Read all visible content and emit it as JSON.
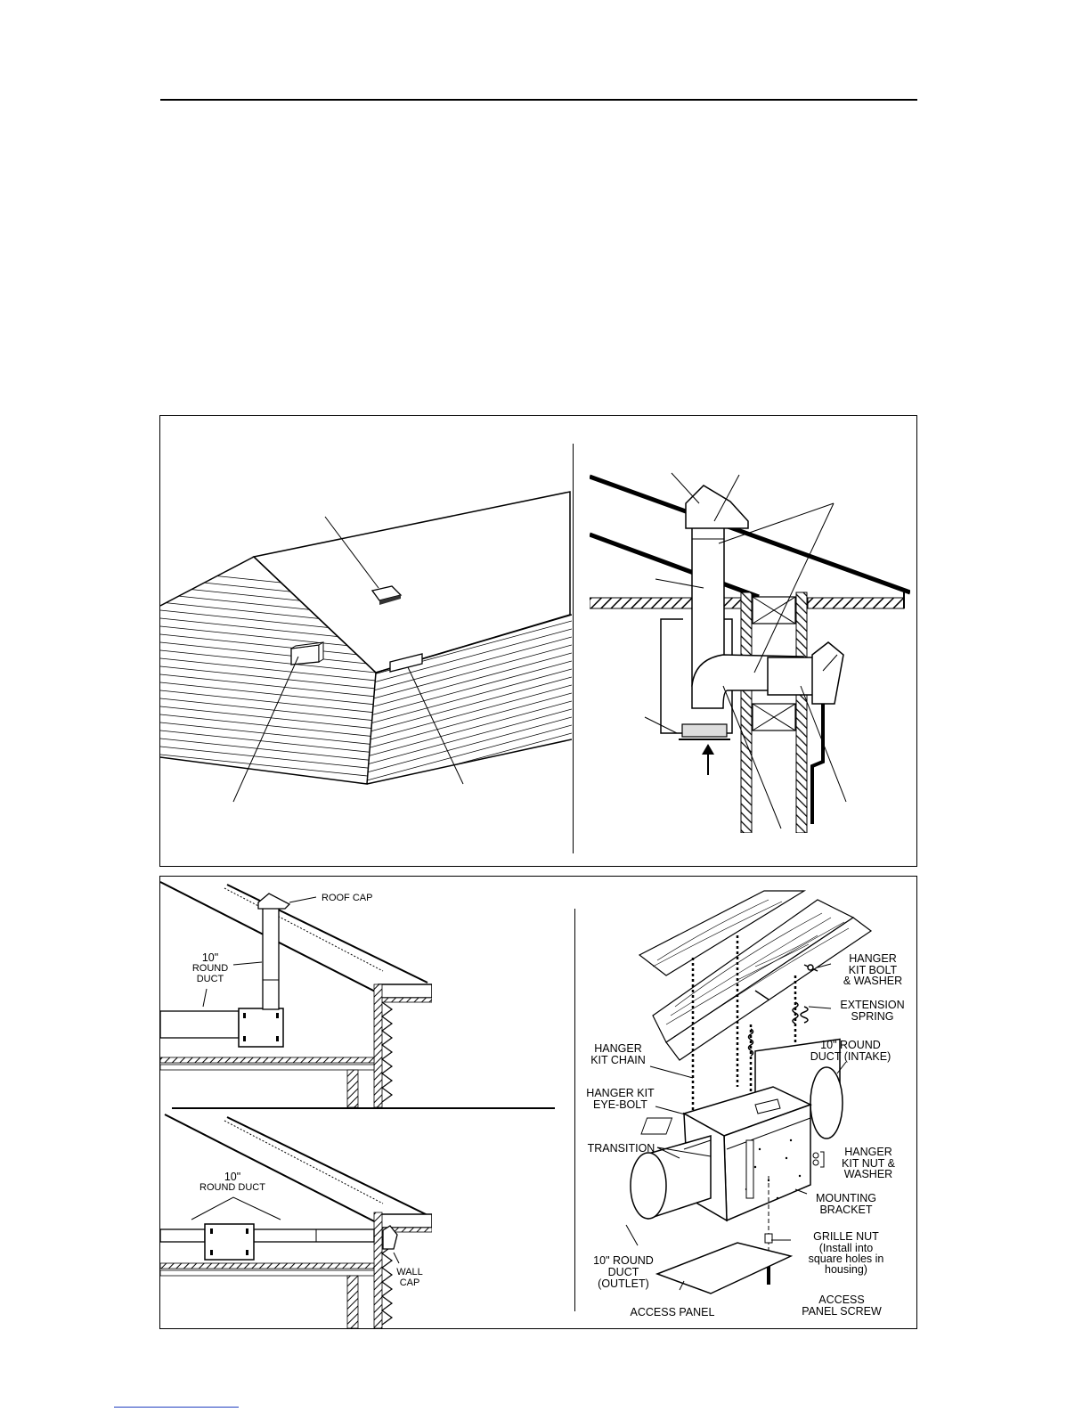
{
  "lower_left_diagram": {
    "roof_cap": "ROOF CAP",
    "round_duct_vertical": [
      "10\"",
      "ROUND",
      "DUCT"
    ],
    "round_duct_horizontal": [
      "10\"",
      "ROUND DUCT"
    ],
    "wall_cap": [
      "WALL",
      "CAP"
    ]
  },
  "lower_right_diagram": {
    "hanger_kit_bolt": [
      "HANGER",
      "KIT BOLT",
      "& WASHER"
    ],
    "extension_spring": [
      "EXTENSION",
      "SPRING"
    ],
    "round_duct_intake": [
      "10\" ROUND",
      "DUCT (INTAKE)"
    ],
    "hanger_kit_chain": [
      "HANGER",
      "KIT CHAIN"
    ],
    "hanger_kit_eye_bolt": [
      "HANGER KIT",
      "EYE-BOLT"
    ],
    "transition": "TRANSITION",
    "hanger_kit_nut": [
      "HANGER",
      "KIT NUT &",
      "WASHER"
    ],
    "mounting_bracket": [
      "MOUNTING",
      "BRACKET"
    ],
    "grille_nut": [
      "GRILLE NUT",
      "(Install into",
      "square holes in",
      "housing)"
    ],
    "round_duct_outlet": [
      "10\" ROUND",
      "DUCT",
      "(OUTLET)"
    ],
    "access_panel": "ACCESS PANEL",
    "access_panel_screw": [
      "ACCESS",
      "PANEL SCREW"
    ]
  }
}
